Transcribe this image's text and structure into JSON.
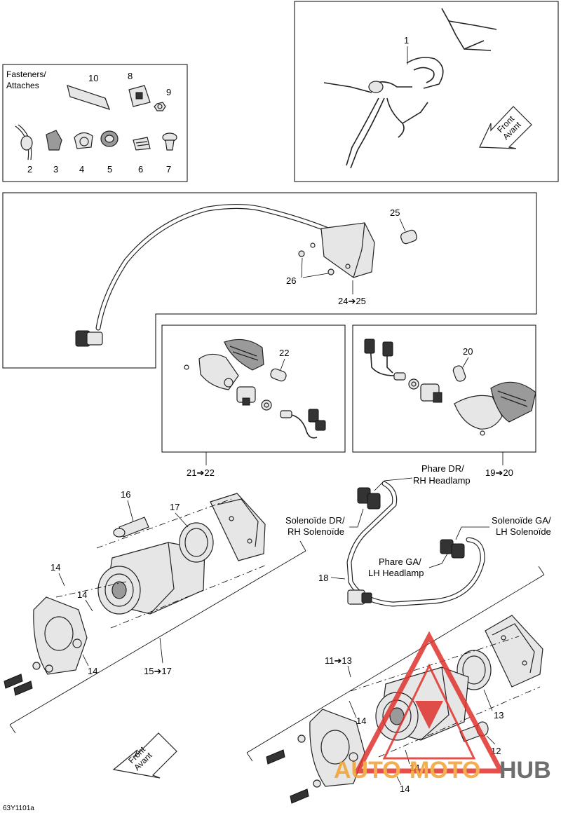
{
  "labels": {
    "fasteners_title_line1": "Fasteners/",
    "fasteners_title_line2": "Attaches",
    "p1": "1",
    "p2": "2",
    "p3": "3",
    "p4": "4",
    "p5": "5",
    "p6": "6",
    "p7": "7",
    "p8": "8",
    "p9": "9",
    "p10": "10",
    "p12": "12",
    "p13": "13",
    "p16": "16",
    "p17": "17",
    "p18": "18",
    "p20": "20",
    "p22": "22",
    "p25": "25",
    "p26": "26",
    "p14_a": "14",
    "p14_b": "14",
    "p14_c": "14",
    "p14_d": "14",
    "p14_e": "14",
    "p14_f": "14",
    "g24_25": "24➔25",
    "g21_22": "21➔22",
    "g19_20": "19➔20",
    "g15_17": "15➔17",
    "g11_13": "11➔13",
    "front_top_1": "Front",
    "front_top_2": "Avant",
    "front_bottom_1": "Front",
    "front_bottom_2": "Avant",
    "phare_dr_1": "Phare DR/",
    "phare_dr_2": "RH Headlamp",
    "sol_dr_1": "Solenoïde DR/",
    "sol_dr_2": "RH Solenoïde",
    "sol_ga_1": "Solenoïde GA/",
    "sol_ga_2": "LH Solenoïde",
    "phare_ga_1": "Phare GA/",
    "phare_ga_2": "LH Headlamp",
    "drawing_code": "63Y1101a"
  },
  "watermark": {
    "part1": "AUTO",
    "part2": "MOTO",
    "part3": "HUB",
    "color_orange": "#f2a12e",
    "color_dark": "#555555",
    "color_red": "#e0322d"
  }
}
